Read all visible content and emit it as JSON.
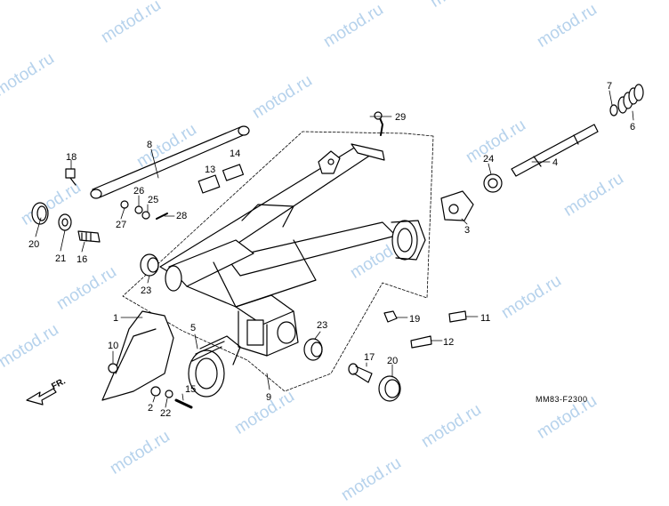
{
  "watermark": "motod.ru",
  "diagram_code": "MM83-F2300",
  "direction_label": "FR.",
  "callouts": {
    "n1": "1",
    "n2": "2",
    "n3": "3",
    "n4": "4",
    "n5": "5",
    "n6": "6",
    "n7": "7",
    "n8": "8",
    "n9": "9",
    "n10": "10",
    "n11": "11",
    "n12": "12",
    "n13": "13",
    "n14": "14",
    "n15": "15",
    "n16": "16",
    "n17": "17",
    "n18": "18",
    "n19": "19",
    "n20a": "20",
    "n20b": "20",
    "n21": "21",
    "n22": "22",
    "n23a": "23",
    "n23b": "23",
    "n24": "24",
    "n25": "25",
    "n26": "26",
    "n27": "27",
    "n28": "28",
    "n29": "29"
  }
}
